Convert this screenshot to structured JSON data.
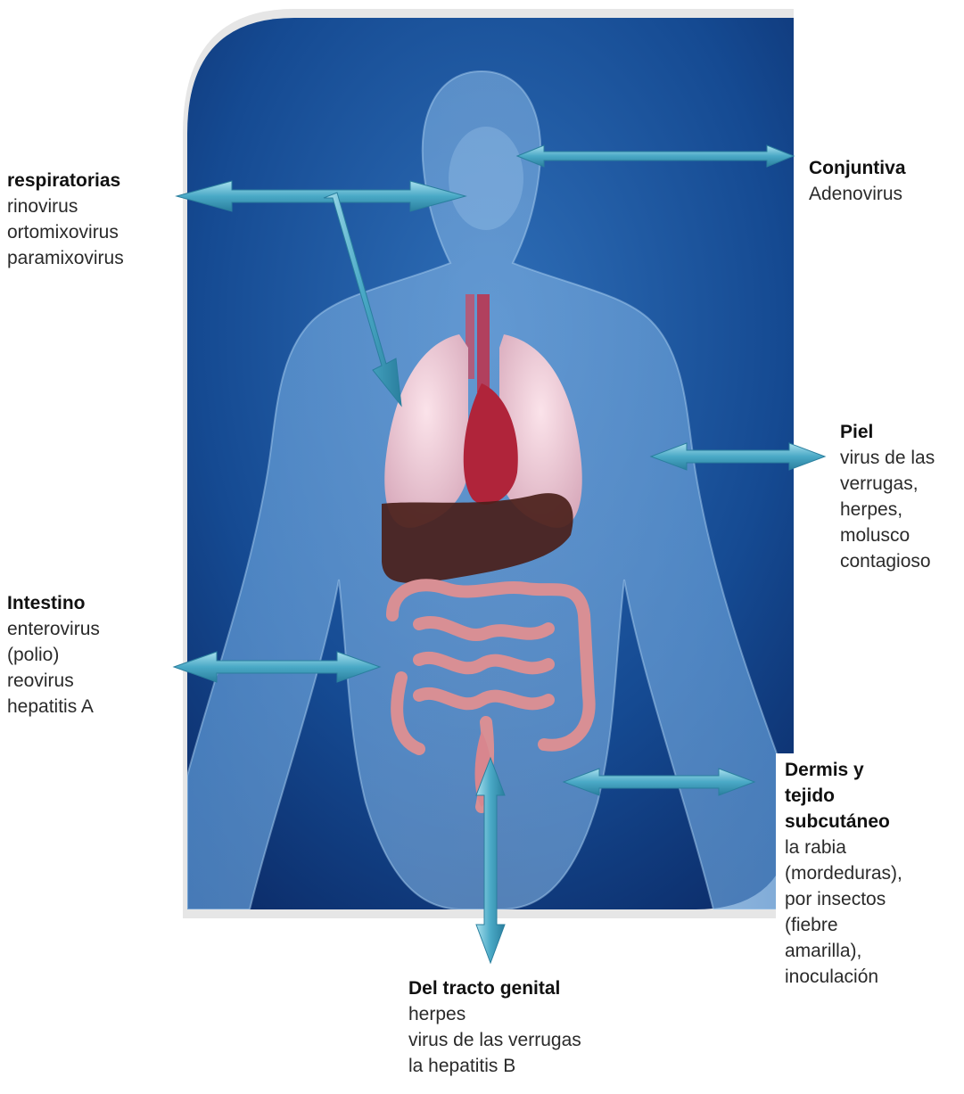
{
  "labels": {
    "respiratorias": {
      "title": "respiratorias",
      "lines": [
        "rinovirus",
        "ortomixovirus",
        "paramixovirus"
      ]
    },
    "conjuntiva": {
      "title": "Conjuntiva",
      "lines": [
        "Adenovirus"
      ]
    },
    "piel": {
      "title": "Piel",
      "lines": [
        "virus de las",
        "verrugas,",
        "herpes,",
        "molusco",
        "contagioso"
      ]
    },
    "intestino": {
      "title": "Intestino",
      "lines": [
        "enterovirus",
        "(polio)",
        "reovirus",
        "hepatitis A"
      ]
    },
    "dermis": {
      "title_lines": [
        "Dermis y",
        "tejido",
        "subcutáneo"
      ],
      "lines": [
        "la rabia",
        "(mordeduras),",
        "por insectos",
        "(fiebre",
        "amarilla),",
        "inoculación"
      ]
    },
    "genital": {
      "title": "Del tracto genital",
      "lines": [
        "herpes",
        "virus de las verrugas",
        "la hepatitis B"
      ]
    }
  },
  "colors": {
    "background_dark": "#0b2a66",
    "background_light": "#2f6fb8",
    "body": "#6fa6dc",
    "arrow": "#5fb7cf",
    "lung": "#efc9d6",
    "liver": "#4a1f1a",
    "heart": "#b0243a",
    "intestine": "#d88f94"
  },
  "icons": [
    "double-arrow",
    "human-body-illustration"
  ]
}
